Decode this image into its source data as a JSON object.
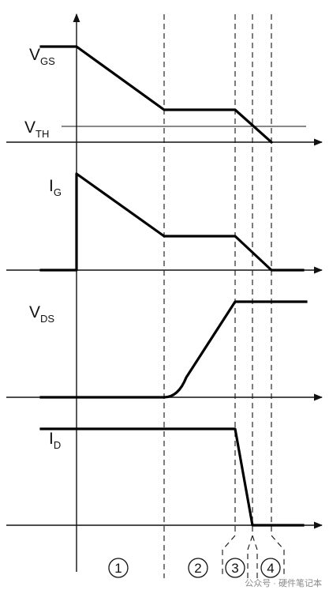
{
  "signals": [
    {
      "id": "vgs",
      "main": "V",
      "sub": "GS"
    },
    {
      "id": "vth",
      "main": "V",
      "sub": "TH"
    },
    {
      "id": "ig",
      "main": "I",
      "sub": "G"
    },
    {
      "id": "vds",
      "main": "V",
      "sub": "DS"
    },
    {
      "id": "id",
      "main": "I",
      "sub": "D"
    }
  ],
  "phases": [
    "1",
    "2",
    "3",
    "4"
  ],
  "watermark": "公众号 · 硬件笔记本",
  "colors": {
    "line": "#000000",
    "watermark": "#8a8a8a"
  }
}
